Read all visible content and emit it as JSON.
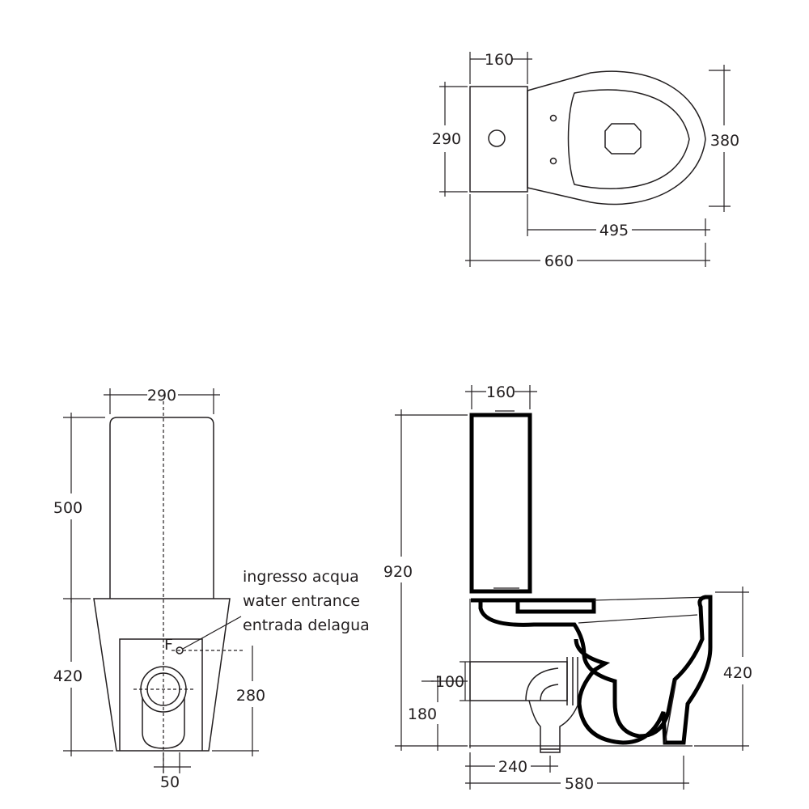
{
  "top_view": {
    "dim_tank_depth": "160",
    "dim_tank_width": "290",
    "dim_bowl_width": "380",
    "dim_bowl_length": "495",
    "dim_total_length": "660"
  },
  "front_view": {
    "dim_width": "290",
    "dim_tank_height": "500",
    "dim_bowl_height": "420",
    "dim_inlet_height": "280",
    "dim_inlet_offset": "50",
    "inlet_marker": "F",
    "water_inlet_label": [
      "ingresso acqua",
      "water entrance",
      "entrada delagua"
    ]
  },
  "side_view": {
    "dim_tank_depth": "160",
    "dim_total_height": "920",
    "dim_bowl_height": "420",
    "dim_pipe_diameter": "100",
    "dim_outlet_height": "180",
    "dim_outlet_offset": "240",
    "dim_total_depth": "580"
  },
  "colors": {
    "line": "#231f20",
    "thick_outline": "#000000",
    "background": "#ffffff"
  }
}
